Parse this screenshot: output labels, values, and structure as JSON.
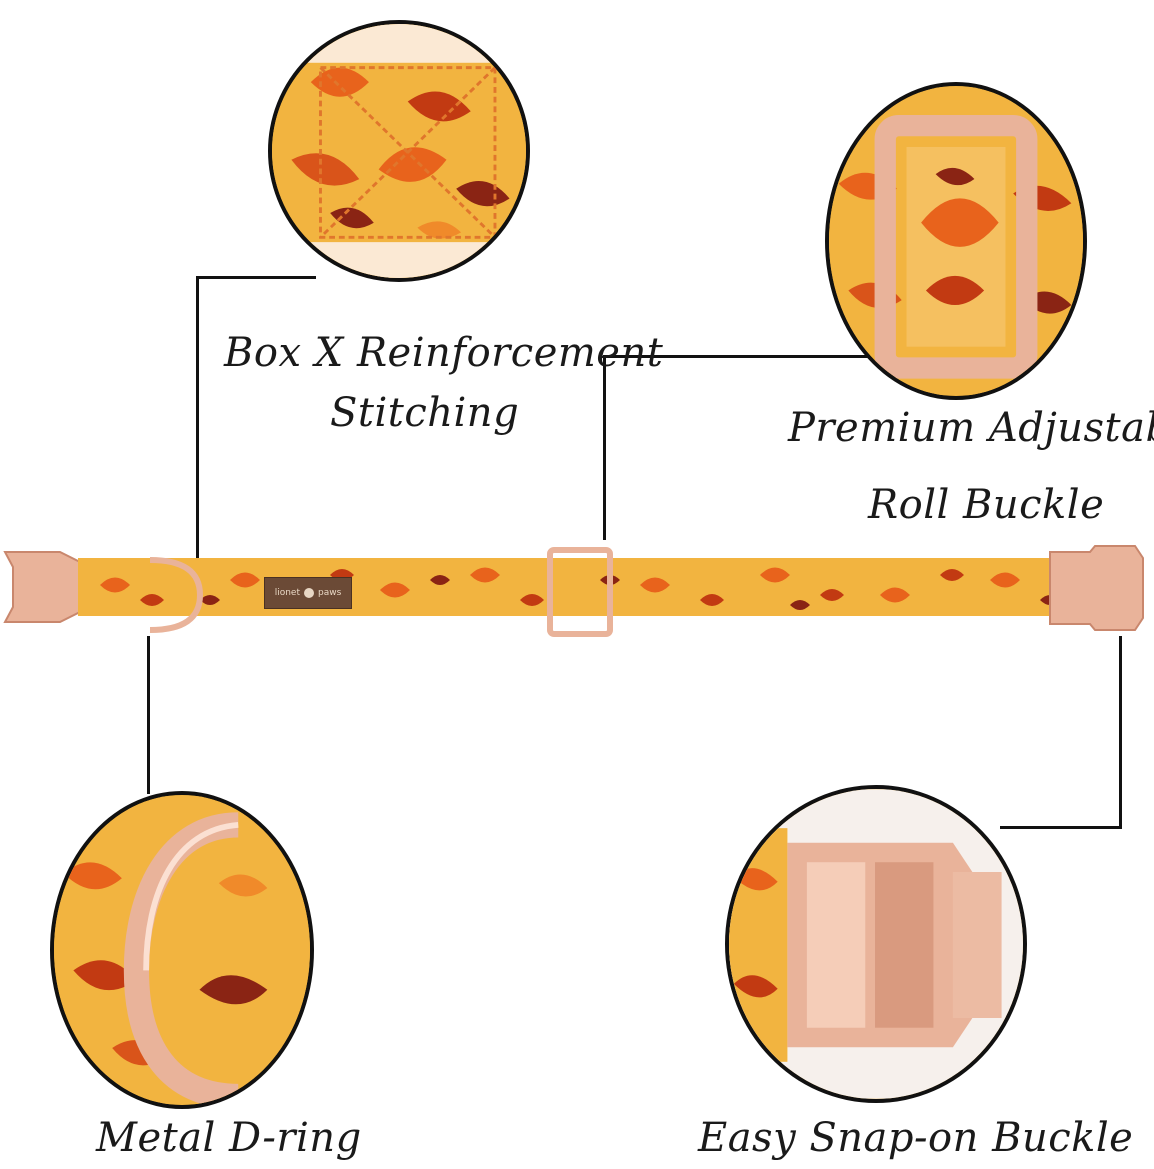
{
  "captions": {
    "stitching_line1": "Box X Reinforcement",
    "stitching_line2": "Stitching",
    "buckle_line1": "Premium Adjustable",
    "buckle_line2": "Roll Buckle",
    "dring": "Metal D-ring",
    "snap": "Easy Snap-on Buckle"
  },
  "brand_tag": {
    "line1": "lionet",
    "line2": "paws"
  },
  "colors": {
    "fabric": "#f2b440",
    "leaf_orange": "#e8631c",
    "leaf_red": "#c23a12",
    "leaf_maroon": "#8a2414",
    "rose_gold": "#e9b39a",
    "tag": "#6b4a36"
  }
}
